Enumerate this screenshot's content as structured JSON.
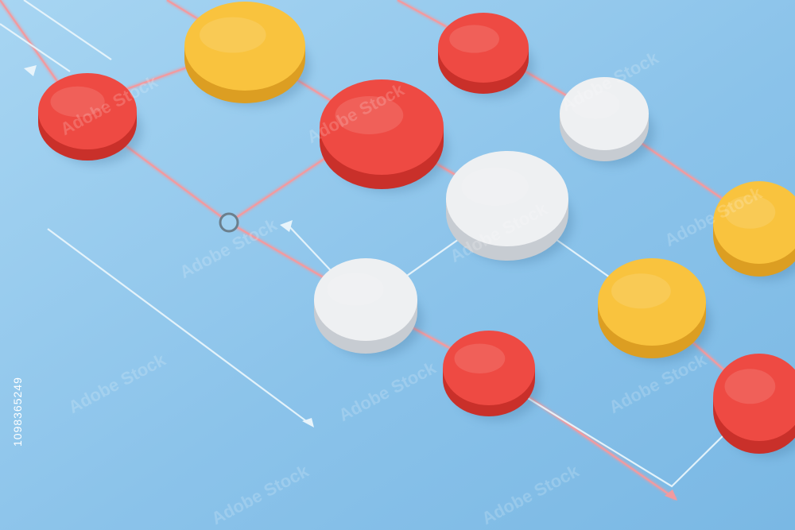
{
  "image": {
    "stock_id": "1098365249",
    "watermark_text": "Adobe Stock",
    "background_color": "#8fc6ec",
    "colors": {
      "red": "#ee4a43",
      "red_side": "#c9302a",
      "yellow": "#f9c33e",
      "yellow_side": "#dc9e22",
      "white": "#eef0f2",
      "white_side": "#c7ccd2",
      "line_pink": "#f29a9f",
      "line_white": "#e8f4fb"
    },
    "nodes": [
      {
        "name": "red-node",
        "color": "red"
      },
      {
        "name": "yellow-node",
        "color": "yellow"
      },
      {
        "name": "red-node",
        "color": "red"
      },
      {
        "name": "red-node",
        "color": "red"
      },
      {
        "name": "white-node",
        "color": "white"
      },
      {
        "name": "white-node",
        "color": "white"
      },
      {
        "name": "yellow-node",
        "color": "yellow"
      },
      {
        "name": "white-node",
        "color": "white"
      },
      {
        "name": "yellow-node",
        "color": "yellow"
      },
      {
        "name": "red-node",
        "color": "red"
      },
      {
        "name": "red-node",
        "color": "red"
      }
    ]
  }
}
